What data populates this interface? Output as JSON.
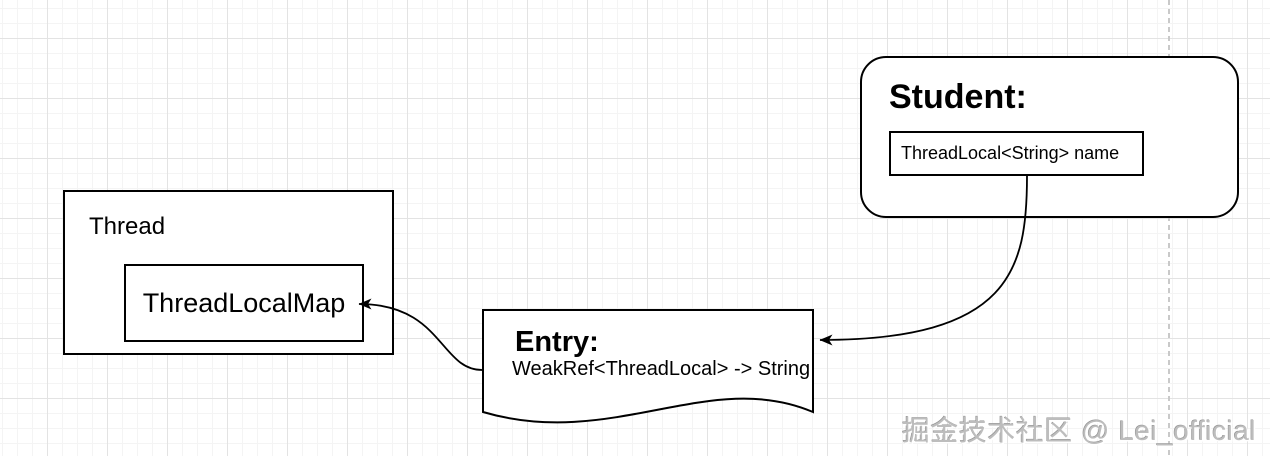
{
  "nodes": {
    "student": {
      "title": "Student:",
      "field": "ThreadLocal<String> name"
    },
    "thread": {
      "title": "Thread",
      "map_label": "ThreadLocalMap"
    },
    "entry": {
      "title": "Entry:",
      "detail": "WeakRef<ThreadLocal> -> String"
    }
  },
  "watermark": "掘金技术社区 @ Lei_official",
  "colors": {
    "shape_stroke": "#000000",
    "shape_fill": "#ffffff",
    "grid_major": "#e3e3e3",
    "grid_minor": "#f4f4f4",
    "page_divider": "#c9c9c9",
    "watermark_gray": "#bdbdbd"
  }
}
